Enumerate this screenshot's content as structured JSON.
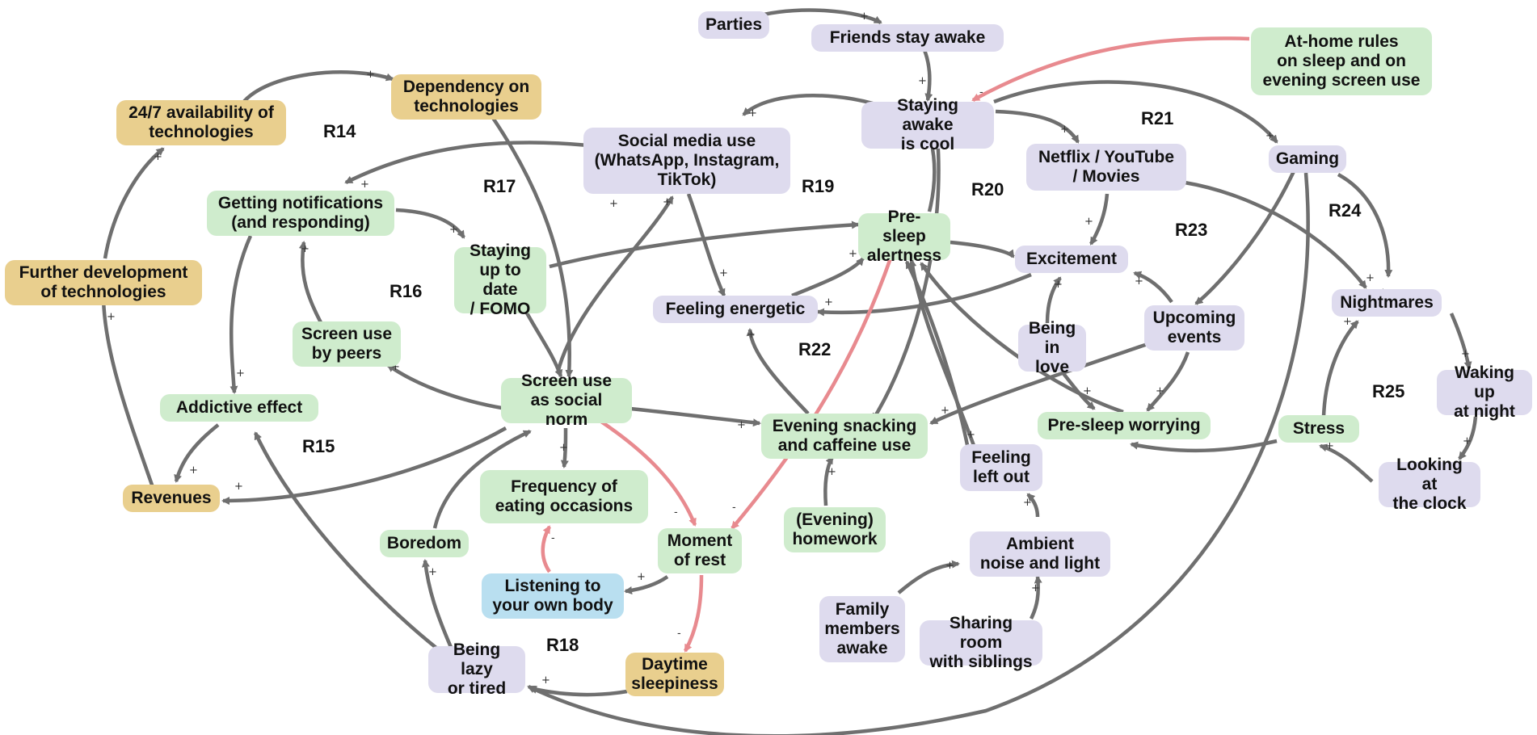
{
  "nodes": {
    "parties": "Parties",
    "friends": "Friends stay awake",
    "athome": "At-home rules\non sleep and on\nevening screen use",
    "staying_awake": "Staying awake\nis cool",
    "social_media": "Social media use\n(WhatsApp, Instagram,\nTikTok)",
    "netflix": "Netflix / YouTube\n/ Movies",
    "gaming": "Gaming",
    "dependency": "Dependency on\ntechnologies",
    "availability": "24/7 availability of\ntechnologies",
    "further_dev": "Further development\nof technologies",
    "revenues": "Revenues",
    "notifications": "Getting notifications\n(and responding)",
    "staying_up": "Staying\nup to date\n/ FOMO",
    "presleep_alert": "Pre-sleep\nalertness",
    "excitement": "Excitement",
    "feeling_energetic": "Feeling energetic",
    "nightmares": "Nightmares",
    "screen_peers": "Screen use\nby peers",
    "addictive": "Addictive effect",
    "social_norm": "Screen use\nas social norm",
    "evening_snacking": "Evening snacking\nand caffeine use",
    "being_in_love": "Being\nin love",
    "upcoming": "Upcoming\nevents",
    "presleep_worry": "Pre-sleep worrying",
    "stress": "Stress",
    "waking_up": "Waking up\nat night",
    "looking_clock": "Looking at\nthe clock",
    "frequency": "Frequency of\neating occasions",
    "boredom": "Boredom",
    "moment_rest": "Moment\nof rest",
    "evening_homework": "(Evening)\nhomework",
    "feeling_left": "Feeling\nleft out",
    "ambient": "Ambient\nnoise and light",
    "listening": "Listening to\nyour own body",
    "family": "Family\nmembers\nawake",
    "sharing": "Sharing room\nwith siblings",
    "being_lazy": "Being lazy\nor tired",
    "daytime": "Daytime\nsleepiness"
  },
  "loops": [
    "R14",
    "R15",
    "R16",
    "R17",
    "R18",
    "R19",
    "R20",
    "R21",
    "R22",
    "R23",
    "R24",
    "R25"
  ],
  "colors": {
    "green": "#cfeccd",
    "purple": "#dedbee",
    "tan": "#e9cf8e",
    "blue": "#b9dff0",
    "arrow": "#6f6f6f",
    "negative_arrow": "#e88a8f"
  }
}
